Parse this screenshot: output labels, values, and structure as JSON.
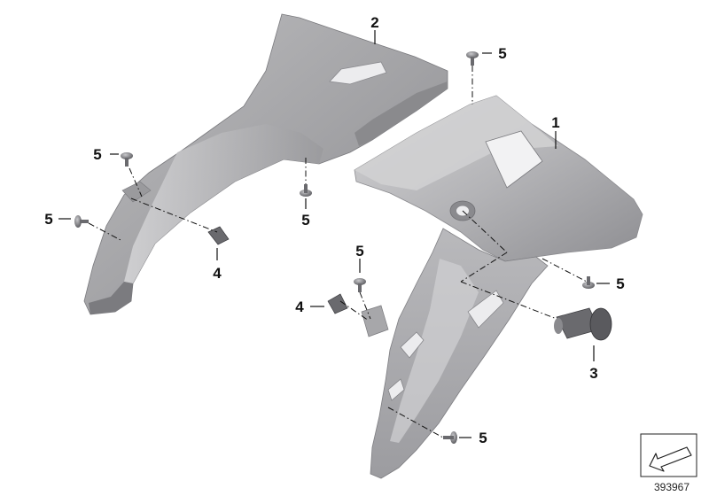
{
  "callouts": {
    "part_1": "1",
    "part_2": "2",
    "part_3": "3",
    "part_4a": "4",
    "part_4b": "4",
    "part_5a": "5",
    "part_5b": "5",
    "part_5c": "5",
    "part_5d": "5",
    "part_5e": "5",
    "part_5f": "5",
    "part_5g": "5"
  },
  "diagram_number": "393967",
  "colors": {
    "panel_light": "#c9c9cb",
    "panel_mid": "#a4a4a7",
    "panel_dark": "#77777b",
    "hardware": "#5e5e62",
    "line": "#111111"
  }
}
